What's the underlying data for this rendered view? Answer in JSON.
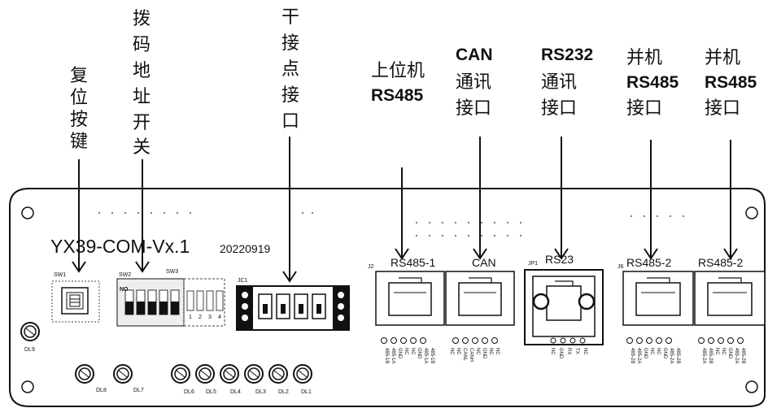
{
  "callouts": [
    {
      "id": "reset",
      "lines": [
        "复",
        "位",
        "按",
        "键"
      ]
    },
    {
      "id": "dip",
      "lines": [
        "拨",
        "码",
        "地",
        "址",
        "开",
        "关"
      ]
    },
    {
      "id": "dry",
      "lines": [
        "干",
        "接",
        "点",
        "接",
        "口"
      ]
    },
    {
      "id": "host485",
      "lines": [
        "上位机",
        "RS485"
      ]
    },
    {
      "id": "can",
      "lines": [
        "CAN",
        "通讯",
        "接口"
      ]
    },
    {
      "id": "rs232",
      "lines": [
        "RS232",
        "通讯",
        "接口"
      ]
    },
    {
      "id": "par1",
      "lines": [
        "并机",
        "RS485",
        "接口"
      ]
    },
    {
      "id": "par2",
      "lines": [
        "并机",
        "RS485",
        "接口"
      ]
    }
  ],
  "board": {
    "model": "YX39-COM-Vx.1",
    "date": "20220919",
    "refs": {
      "sw1": "SW1",
      "sw2": "SW2",
      "sw3": "SW3",
      "jc1": "JC1",
      "j2": "J2",
      "jp1": "JP1",
      "j6": "J6",
      "no": "NO"
    },
    "ports": {
      "rs485_1": "RS485-1",
      "can": "CAN",
      "rs232": "RS23",
      "rs485_2a": "RS485-2",
      "rs485_2b": "RS485-2"
    },
    "dip_numbers": [
      "1",
      "2",
      "3",
      "4"
    ],
    "leds": [
      {
        "id": "dl9",
        "label": "DL9"
      },
      {
        "id": "dl8",
        "label": "DL8"
      },
      {
        "id": "dl7",
        "label": "DL7"
      },
      {
        "id": "dl6",
        "label": "DL6"
      },
      {
        "id": "dl5",
        "label": "DL5"
      },
      {
        "id": "dl4",
        "label": "DL4"
      },
      {
        "id": "dl3",
        "label": "DL3"
      },
      {
        "id": "dl2",
        "label": "DL2"
      },
      {
        "id": "dl1",
        "label": "DL1"
      }
    ],
    "pins": {
      "j2": [
        "485-1B",
        "485-1A",
        "GND",
        "NC",
        "NC",
        "GND",
        "485-1A",
        "485-1B"
      ],
      "can": [
        "NC",
        "NC",
        "CANL",
        "CANH",
        "NC",
        "GND",
        "NC",
        "NC"
      ],
      "rs232": [
        "NC",
        "GND",
        "RX",
        "TX",
        "NC"
      ],
      "j6a": [
        "485-2B",
        "485-2A",
        "GND",
        "NC",
        "NC",
        "GND",
        "485-2A",
        "485-2B"
      ],
      "j6b": [
        "485-2A",
        "485-2B",
        "NC",
        "NC",
        "GND",
        "485-2A",
        "485-2B"
      ]
    }
  }
}
